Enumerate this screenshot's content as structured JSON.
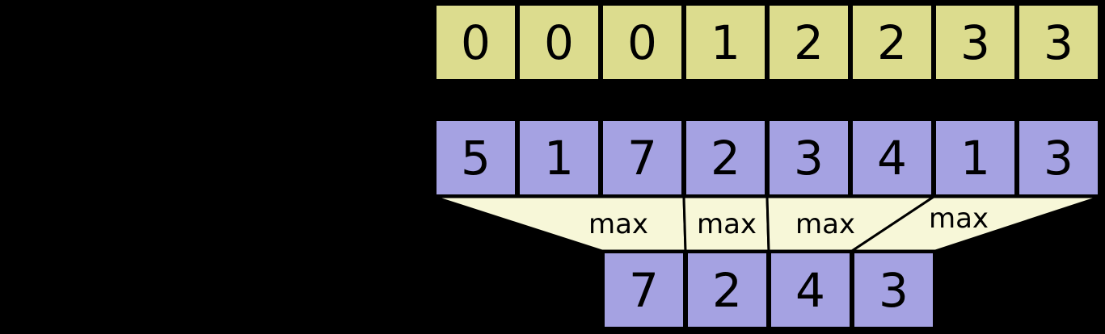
{
  "diagram": {
    "description": "segment max operation",
    "operation_label": "max"
  },
  "colors": {
    "background": "#000000",
    "segment_row_fill": "#dcdc8e",
    "data_row_fill": "#a5a2e2",
    "funnel_fill": "#f7f7d8",
    "border": "#000000",
    "text": "#000000"
  },
  "segment_ids": {
    "values": [
      "0",
      "0",
      "0",
      "1",
      "2",
      "2",
      "3",
      "3"
    ]
  },
  "input_row": {
    "values": [
      "5",
      "1",
      "7",
      "2",
      "3",
      "4",
      "1",
      "3"
    ]
  },
  "output_row": {
    "values": [
      "7",
      "2",
      "4",
      "3"
    ]
  },
  "operation": {
    "labels": [
      "max",
      "max",
      "max",
      "max"
    ]
  }
}
